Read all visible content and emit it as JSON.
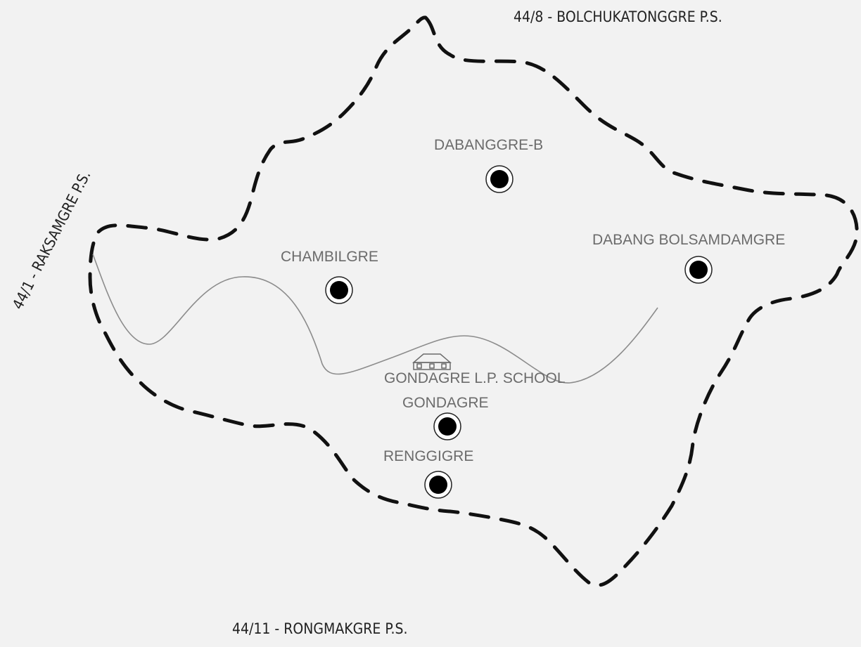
{
  "map": {
    "neighbors": {
      "north": "44/8 - BOLCHUKATONGGRE P.S.",
      "west": "44/1 - RAKSAMGRE P.S.",
      "south": "44/11 - RONGMAKGRE P.S."
    },
    "villages": [
      {
        "name": "DABANGGRE-B"
      },
      {
        "name": "CHAMBILGRE"
      },
      {
        "name": "DABANG BOLSAMDAMGRE"
      },
      {
        "name": "GONDAGRE"
      },
      {
        "name": "RENGGIGRE"
      }
    ],
    "school": {
      "label": "GONDAGRE L.P. SCHOOL",
      "icon": "school-building-icon"
    },
    "colors": {
      "background": "#f2f2f2",
      "boundary": "#111111",
      "river": "#8c8c8c",
      "village_label": "#6b6b6b",
      "neighbor_label": "#222222",
      "marker": "#000000"
    }
  }
}
